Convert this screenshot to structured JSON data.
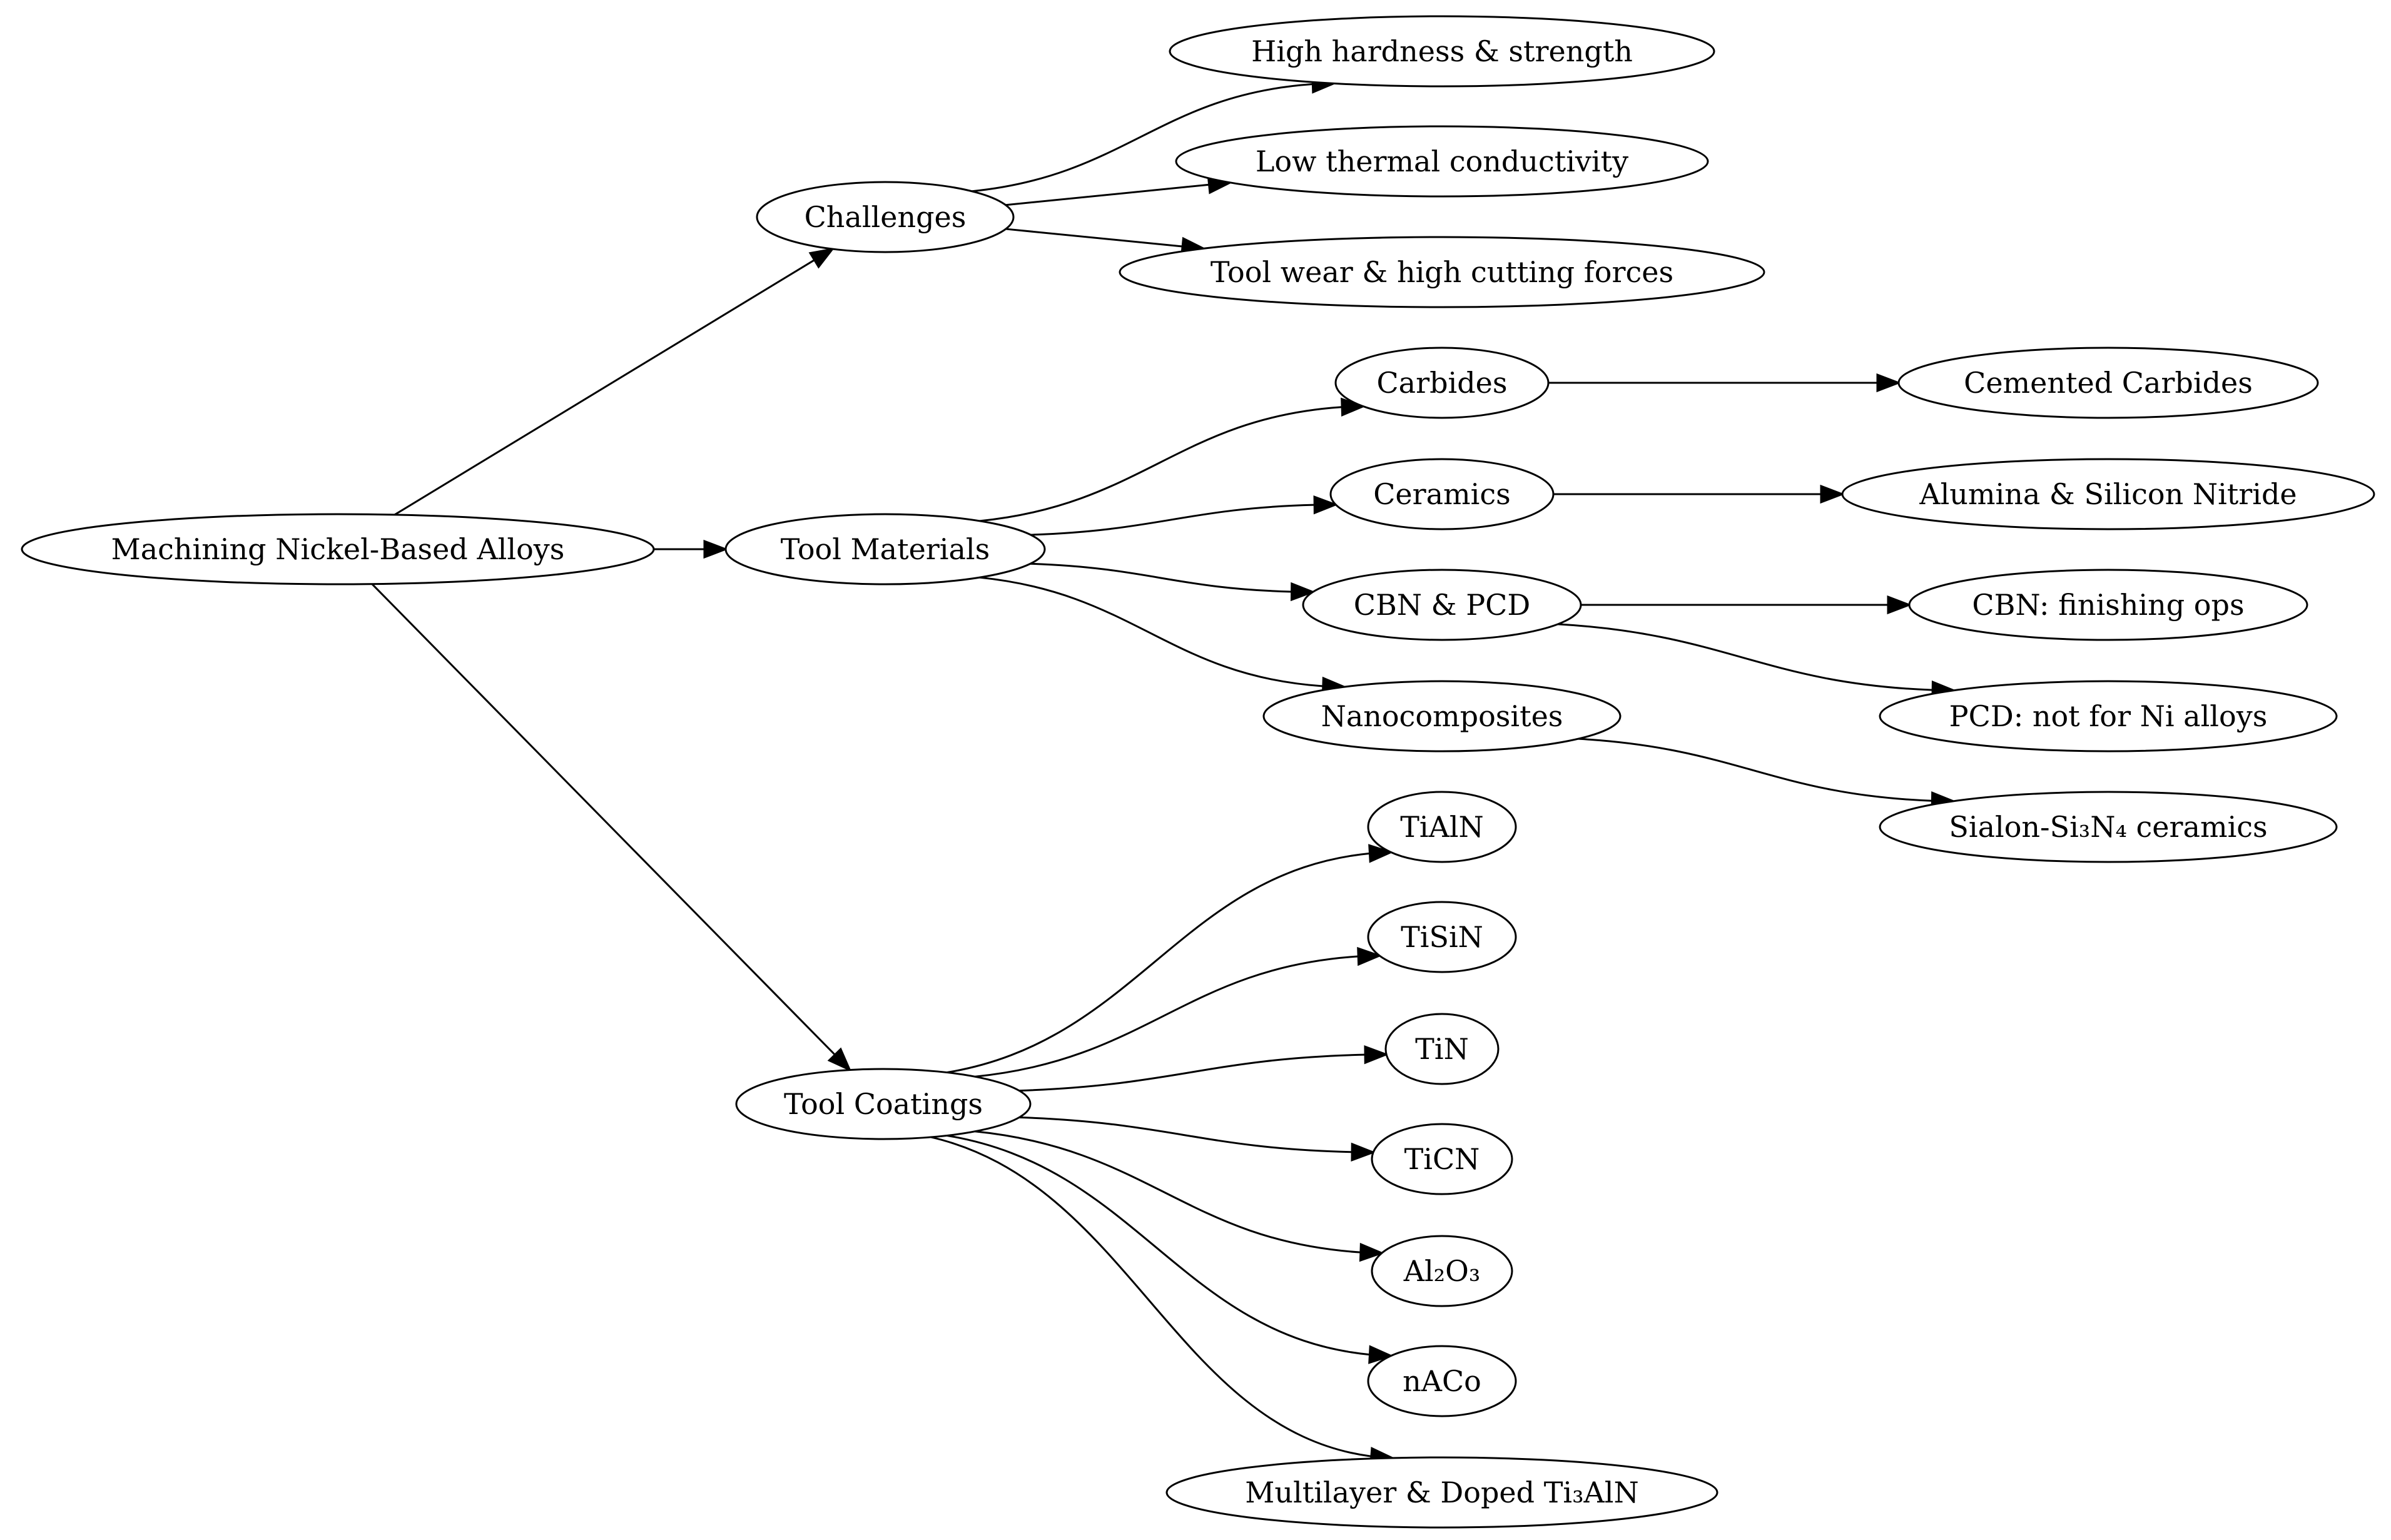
{
  "nodes": [
    {
      "id": "root",
      "label": "Machining Nickel-Based Alloys"
    },
    {
      "id": "challenges",
      "label": "Challenges"
    },
    {
      "id": "tool_materials",
      "label": "Tool Materials"
    },
    {
      "id": "tool_coatings",
      "label": "Tool Coatings"
    },
    {
      "id": "high_hardness",
      "label": "High hardness & strength"
    },
    {
      "id": "low_thermal",
      "label": "Low thermal conductivity"
    },
    {
      "id": "tool_wear",
      "label": "Tool wear & high cutting forces"
    },
    {
      "id": "carbides",
      "label": "Carbides"
    },
    {
      "id": "ceramics",
      "label": "Ceramics"
    },
    {
      "id": "cbn_pcd",
      "label": "CBN & PCD"
    },
    {
      "id": "nanocomposites",
      "label": "Nanocomposites"
    },
    {
      "id": "cemented_carbides",
      "label": "Cemented Carbides"
    },
    {
      "id": "alumina_sin",
      "label": "Alumina & Silicon Nitride"
    },
    {
      "id": "cbn_finishing",
      "label": "CBN: finishing ops"
    },
    {
      "id": "pcd_not_ni",
      "label": "PCD: not for Ni alloys"
    },
    {
      "id": "sialon",
      "label": "Sialon-Si₃N₄ ceramics"
    },
    {
      "id": "tialn",
      "label": "TiAlN"
    },
    {
      "id": "tisin",
      "label": "TiSiN"
    },
    {
      "id": "tin",
      "label": "TiN"
    },
    {
      "id": "ticn",
      "label": "TiCN"
    },
    {
      "id": "al2o3",
      "label": "Al₂O₃"
    },
    {
      "id": "naco",
      "label": "nACo"
    },
    {
      "id": "multilayer",
      "label": "Multilayer & Doped Ti₃AlN"
    }
  ],
  "edges": [
    {
      "from": "root",
      "to": "challenges"
    },
    {
      "from": "root",
      "to": "tool_materials"
    },
    {
      "from": "root",
      "to": "tool_coatings"
    },
    {
      "from": "challenges",
      "to": "high_hardness"
    },
    {
      "from": "challenges",
      "to": "low_thermal"
    },
    {
      "from": "challenges",
      "to": "tool_wear"
    },
    {
      "from": "tool_materials",
      "to": "carbides"
    },
    {
      "from": "tool_materials",
      "to": "ceramics"
    },
    {
      "from": "tool_materials",
      "to": "cbn_pcd"
    },
    {
      "from": "tool_materials",
      "to": "nanocomposites"
    },
    {
      "from": "carbides",
      "to": "cemented_carbides"
    },
    {
      "from": "ceramics",
      "to": "alumina_sin"
    },
    {
      "from": "cbn_pcd",
      "to": "cbn_finishing"
    },
    {
      "from": "cbn_pcd",
      "to": "pcd_not_ni"
    },
    {
      "from": "nanocomposites",
      "to": "sialon"
    },
    {
      "from": "tool_coatings",
      "to": "tialn"
    },
    {
      "from": "tool_coatings",
      "to": "tisin"
    },
    {
      "from": "tool_coatings",
      "to": "tin"
    },
    {
      "from": "tool_coatings",
      "to": "ticn"
    },
    {
      "from": "tool_coatings",
      "to": "al2o3"
    },
    {
      "from": "tool_coatings",
      "to": "naco"
    },
    {
      "from": "tool_coatings",
      "to": "multilayer"
    }
  ]
}
